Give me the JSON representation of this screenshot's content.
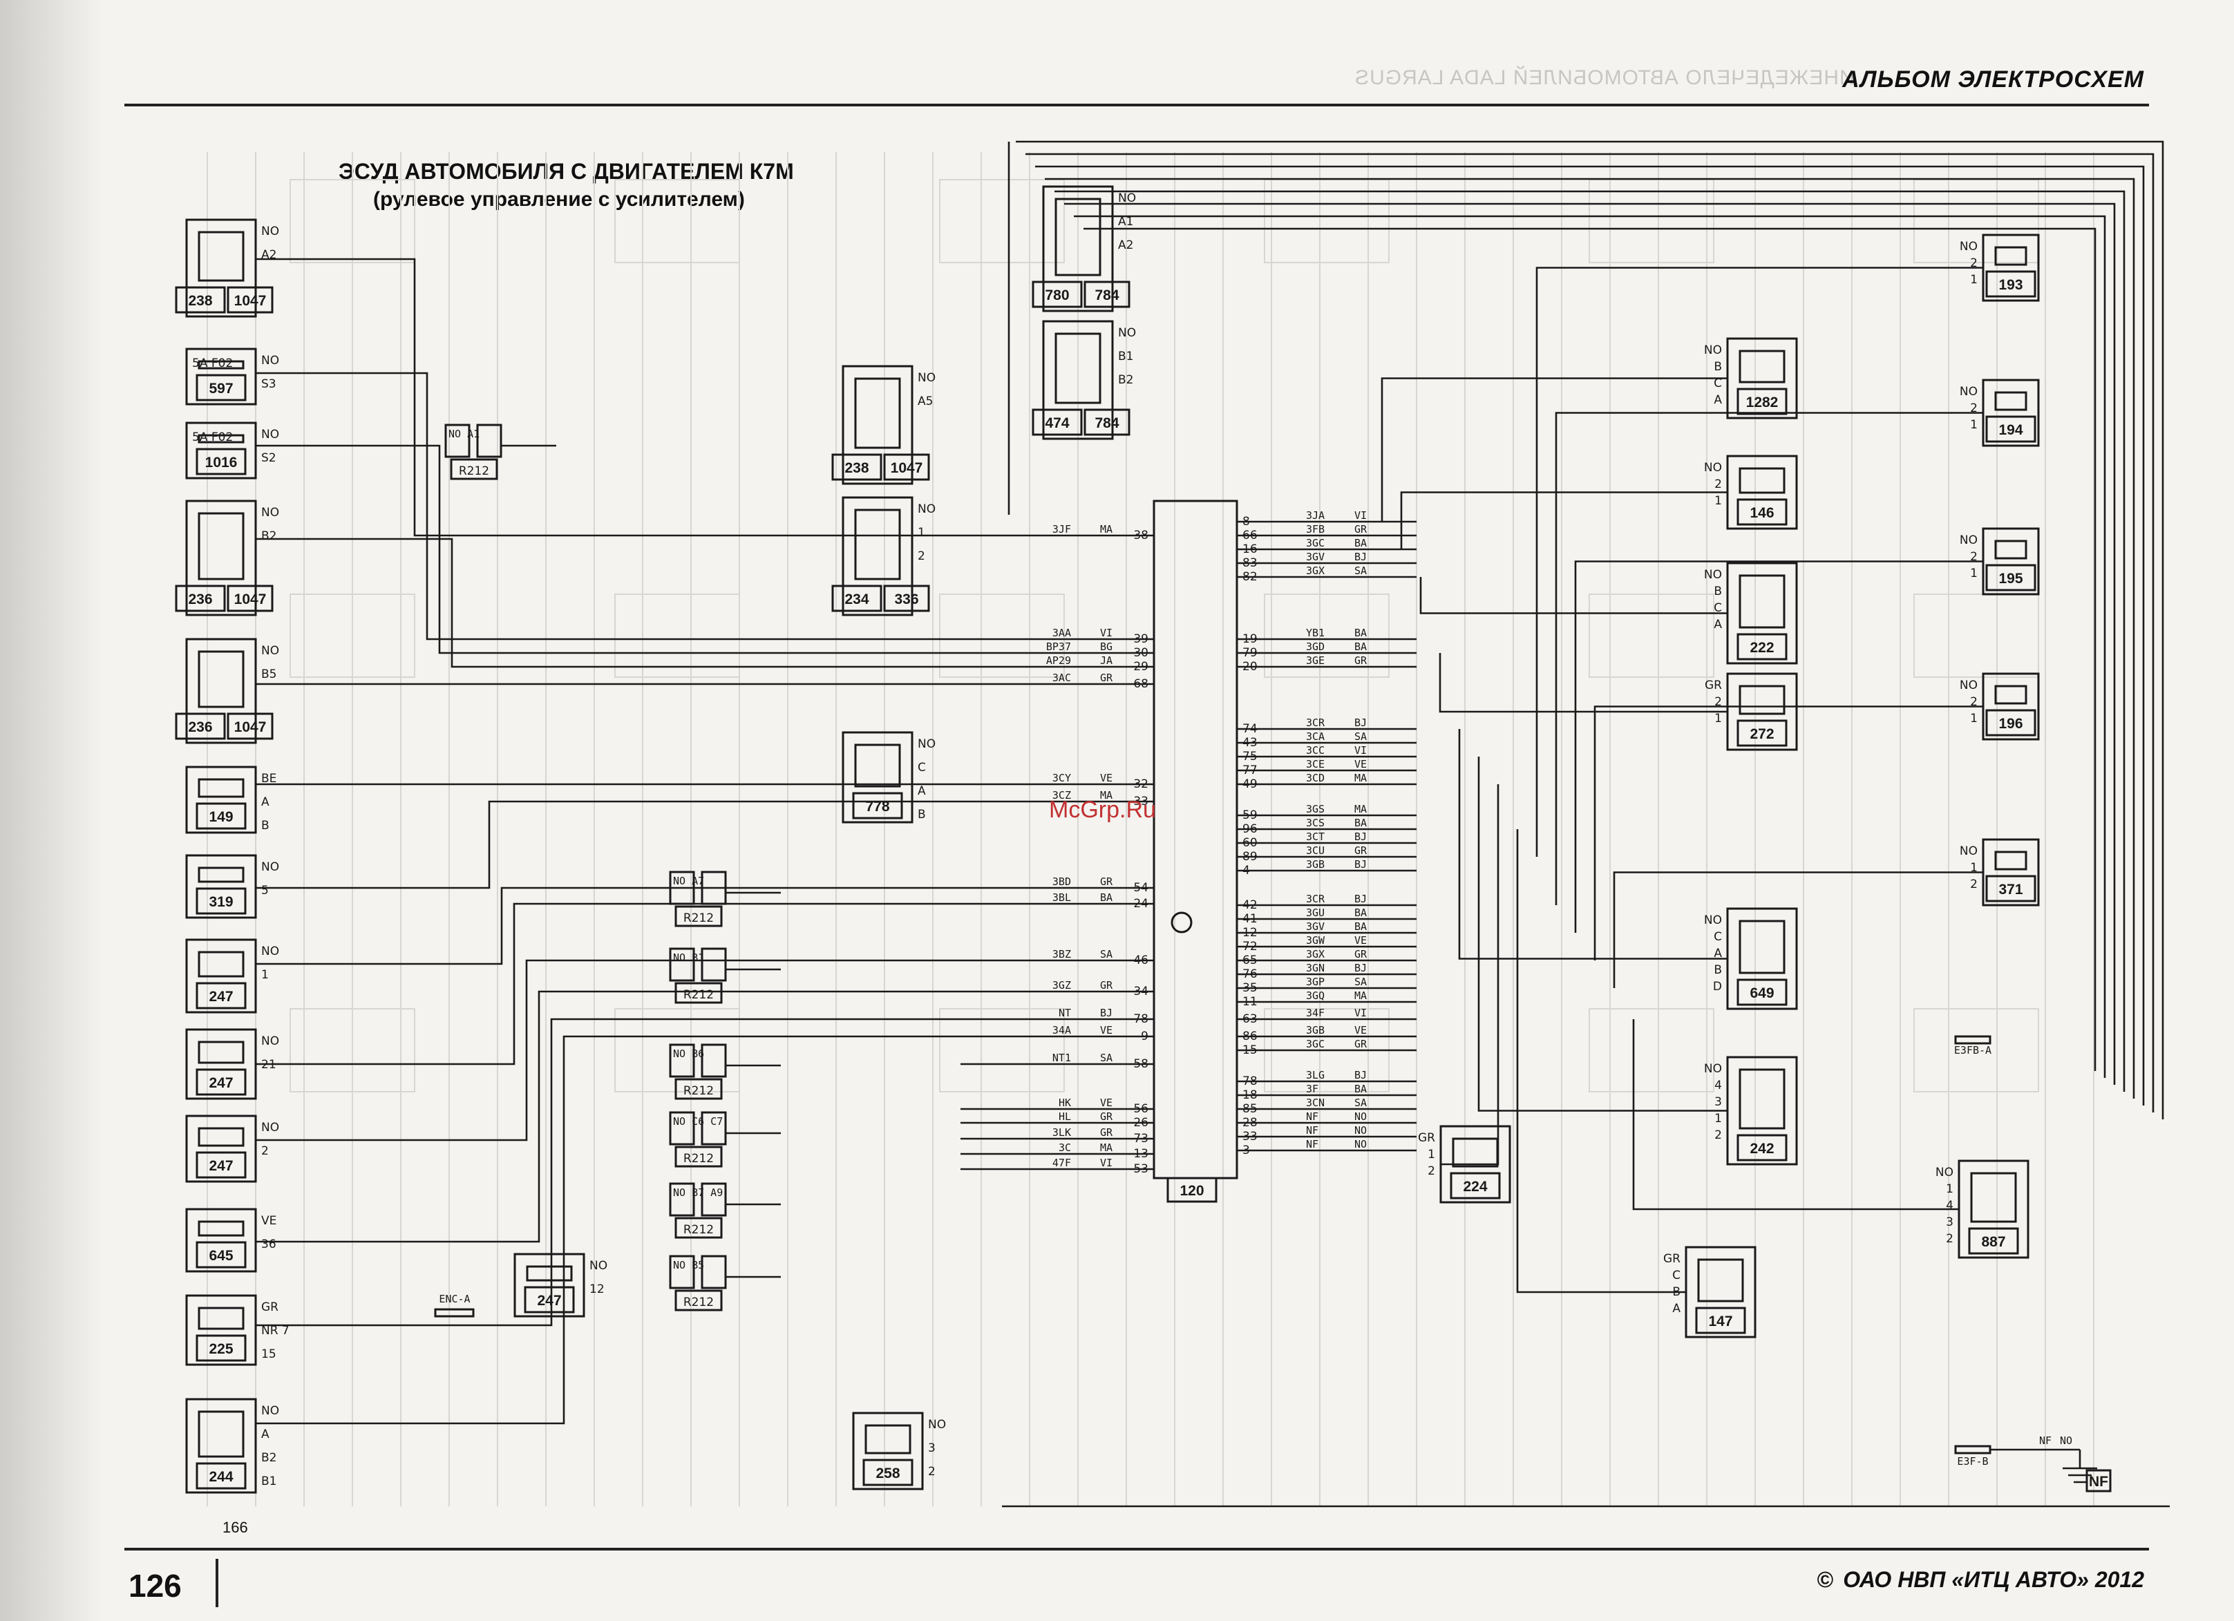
{
  "header": {
    "title": "АЛЬБОМ ЭЛЕКТРОСХЕМ",
    "mirror_text": "ИНЕЖЕДЕЧЕЛО АВТОМОБИЛЕЙ LADA LARGUS"
  },
  "diagram": {
    "title": "ЭСУД АВТОМОБИЛЯ С ДВИГАТЕЛЕМ К7М",
    "subtitle": "(рулевое управление с усилителем)",
    "ref": "166"
  },
  "watermark": "McGrp.Ru",
  "footer": {
    "page_number": "126",
    "copyright_symbol": "©",
    "copyright": "ОАО НВП «ИТЦ АВТО»  2012"
  },
  "components": [
    {
      "id": "238a",
      "ids": [
        "238",
        "1047"
      ],
      "pins": [
        "NO",
        "A2"
      ]
    },
    {
      "id": "597",
      "ids": [
        "597"
      ],
      "fuse": "5A F02",
      "pins": [
        "NO",
        "S3"
      ]
    },
    {
      "id": "1016",
      "ids": [
        "1016"
      ],
      "fuse": "5A F02",
      "pins": [
        "NO",
        "S2"
      ]
    },
    {
      "id": "236a",
      "ids": [
        "236",
        "1047"
      ],
      "pins": [
        "NO",
        "B2"
      ]
    },
    {
      "id": "236b",
      "ids": [
        "236",
        "1047"
      ],
      "pins": [
        "NO",
        "B5"
      ]
    },
    {
      "id": "149",
      "ids": [
        "149"
      ],
      "pins": [
        "BE",
        "A",
        "B"
      ]
    },
    {
      "id": "319",
      "ids": [
        "319"
      ],
      "pins": [
        "NO",
        "5"
      ]
    },
    {
      "id": "247a",
      "ids": [
        "247"
      ],
      "pins": [
        "NO",
        "1"
      ]
    },
    {
      "id": "247b",
      "ids": [
        "247"
      ],
      "pins": [
        "NO",
        "21"
      ]
    },
    {
      "id": "247c",
      "ids": [
        "247"
      ],
      "pins": [
        "NO",
        "2"
      ]
    },
    {
      "id": "645",
      "ids": [
        "645"
      ],
      "pins": [
        "VE",
        "36"
      ]
    },
    {
      "id": "225",
      "ids": [
        "225"
      ],
      "pins": [
        "GR",
        "NR 7",
        "15"
      ]
    },
    {
      "id": "244",
      "ids": [
        "244"
      ],
      "pins": [
        "NO",
        "A",
        "B2",
        "B1"
      ]
    },
    {
      "id": "247d",
      "ids": [
        "247"
      ],
      "pins": [
        "NO",
        "12"
      ]
    },
    {
      "id": "238b",
      "ids": [
        "238",
        "1047"
      ],
      "pins": [
        "NO",
        "A5"
      ]
    },
    {
      "id": "234",
      "ids": [
        "234",
        "336"
      ],
      "pins": [
        "NO",
        "1",
        "2"
      ]
    },
    {
      "id": "778",
      "ids": [
        "778"
      ],
      "pins": [
        "NO",
        "C",
        "A",
        "B"
      ]
    },
    {
      "id": "780",
      "ids": [
        "780",
        "784"
      ],
      "pins": [
        "NO",
        "A1",
        "A2"
      ]
    },
    {
      "id": "474",
      "ids": [
        "474",
        "784"
      ],
      "pins": [
        "NO",
        "B1",
        "B2"
      ]
    },
    {
      "id": "258",
      "ids": [
        "258"
      ],
      "pins": [
        "NO",
        "3",
        "2"
      ]
    },
    {
      "id": "120",
      "ids": [
        "120"
      ]
    },
    {
      "id": "1282",
      "ids": [
        "1282"
      ],
      "pins": [
        "NO",
        "B",
        "C",
        "A"
      ]
    },
    {
      "id": "146",
      "ids": [
        "146"
      ],
      "pins": [
        "NO",
        "2",
        "1"
      ]
    },
    {
      "id": "222",
      "ids": [
        "222"
      ],
      "pins": [
        "NO",
        "B",
        "C",
        "A"
      ]
    },
    {
      "id": "272",
      "ids": [
        "272"
      ],
      "pins": [
        "GR",
        "2",
        "1"
      ]
    },
    {
      "id": "649",
      "ids": [
        "649"
      ],
      "pins": [
        "NO",
        "C",
        "A",
        "B",
        "D"
      ]
    },
    {
      "id": "242",
      "ids": [
        "242"
      ],
      "pins": [
        "NO",
        "4",
        "3",
        "1",
        "2"
      ]
    },
    {
      "id": "224",
      "ids": [
        "224"
      ],
      "pins": [
        "GR",
        "1",
        "2"
      ]
    },
    {
      "id": "147",
      "ids": [
        "147"
      ],
      "pins": [
        "GR",
        "C",
        "B",
        "A"
      ]
    },
    {
      "id": "193",
      "ids": [
        "193"
      ],
      "pins": [
        "NO",
        "2",
        "1"
      ]
    },
    {
      "id": "194",
      "ids": [
        "194"
      ],
      "pins": [
        "NO",
        "2",
        "1"
      ]
    },
    {
      "id": "195",
      "ids": [
        "195"
      ],
      "pins": [
        "NO",
        "2",
        "1"
      ]
    },
    {
      "id": "196",
      "ids": [
        "196"
      ],
      "pins": [
        "NO",
        "2",
        "1"
      ]
    },
    {
      "id": "371",
      "ids": [
        "371"
      ],
      "pins": [
        "NO",
        "1",
        "2"
      ]
    },
    {
      "id": "887",
      "ids": [
        "887"
      ],
      "pins": [
        "NO",
        "1",
        "4",
        "3",
        "2"
      ]
    },
    {
      "id": "NF",
      "ids": [
        "NF"
      ]
    }
  ],
  "connectors_r212": [
    {
      "label": "R212",
      "pins": [
        "NO A1",
        "NO A1"
      ]
    },
    {
      "label": "R212",
      "pins": [
        "NO A7",
        "NO A7"
      ]
    },
    {
      "label": "R212",
      "pins": [
        "NO B1",
        "NO B1"
      ]
    },
    {
      "label": "R212",
      "pins": [
        "NO B6",
        "NO B6"
      ]
    },
    {
      "label": "R212",
      "pins": [
        "NO C6 C7",
        "NO C6 C7"
      ]
    },
    {
      "label": "R212",
      "pins": [
        "NO B7 A9",
        "NO B7 A9"
      ]
    },
    {
      "label": "R212",
      "pins": [
        "NO B5",
        "NO B5"
      ]
    }
  ],
  "ecu_left_pins": [
    {
      "pin": "38",
      "wire": "3JF",
      "color": "MA"
    },
    {
      "pin": "39",
      "wire": "3AA",
      "color": "VI"
    },
    {
      "pin": "30",
      "wire": "BP37",
      "color": "BG"
    },
    {
      "pin": "29",
      "wire": "AP29",
      "color": "JA"
    },
    {
      "pin": "68",
      "wire": "3AC",
      "color": "GR"
    },
    {
      "pin": "32",
      "wire": "3CY",
      "color": "VE"
    },
    {
      "pin": "33",
      "wire": "3CZ",
      "color": "MA"
    },
    {
      "pin": "54",
      "wire": "3BD",
      "color": "GR"
    },
    {
      "pin": "24",
      "wire": "3BL",
      "color": "BA"
    },
    {
      "pin": "46",
      "wire": "3BZ",
      "color": "SA"
    },
    {
      "pin": "34",
      "wire": "3GZ",
      "color": "GR"
    },
    {
      "pin": "78",
      "wire": "NT",
      "color": "BJ"
    },
    {
      "pin": "9",
      "wire": "34A",
      "color": "VE"
    },
    {
      "pin": "58",
      "wire": "NT1",
      "color": "SA"
    },
    {
      "pin": "56",
      "wire": "HK",
      "color": "VE"
    },
    {
      "pin": "26",
      "wire": "HL",
      "color": "GR"
    },
    {
      "pin": "73",
      "wire": "3LK",
      "color": "GR"
    },
    {
      "pin": "13",
      "wire": "3C",
      "color": "MA"
    },
    {
      "pin": "53",
      "wire": "47F",
      "color": "VI"
    }
  ],
  "ecu_right_pins": [
    {
      "pin": "8",
      "wire": "3JA",
      "color": "VI"
    },
    {
      "pin": "66",
      "wire": "3FB",
      "color": "GR"
    },
    {
      "pin": "16",
      "wire": "3GC",
      "color": "BA"
    },
    {
      "pin": "83",
      "wire": "3GV",
      "color": "BJ"
    },
    {
      "pin": "82",
      "wire": "3GX",
      "color": "SA"
    },
    {
      "pin": "19",
      "wire": "YB1",
      "color": "BA"
    },
    {
      "pin": "79",
      "wire": "3GD",
      "color": "BA"
    },
    {
      "pin": "20",
      "wire": "3GE",
      "color": "GR"
    },
    {
      "pin": "74",
      "wire": "3CR",
      "color": "BJ"
    },
    {
      "pin": "43",
      "wire": "3CA",
      "color": "SA"
    },
    {
      "pin": "75",
      "wire": "3CC",
      "color": "VI"
    },
    {
      "pin": "77",
      "wire": "3CE",
      "color": "VE"
    },
    {
      "pin": "49",
      "wire": "3CD",
      "color": "MA"
    },
    {
      "pin": "59",
      "wire": "3GS",
      "color": "MA"
    },
    {
      "pin": "96",
      "wire": "3CS",
      "color": "BA"
    },
    {
      "pin": "60",
      "wire": "3CT",
      "color": "BJ"
    },
    {
      "pin": "89",
      "wire": "3CU",
      "color": "GR"
    },
    {
      "pin": "4",
      "wire": "3GB",
      "color": "BJ"
    },
    {
      "pin": "42",
      "wire": "3CR",
      "color": "BJ"
    },
    {
      "pin": "41",
      "wire": "3GU",
      "color": "BA"
    },
    {
      "pin": "12",
      "wire": "3GV",
      "color": "BA"
    },
    {
      "pin": "72",
      "wire": "3GW",
      "color": "VE"
    },
    {
      "pin": "65",
      "wire": "3GX",
      "color": "GR"
    },
    {
      "pin": "76",
      "wire": "3GN",
      "color": "BJ"
    },
    {
      "pin": "35",
      "wire": "3GP",
      "color": "SA"
    },
    {
      "pin": "11",
      "wire": "3GQ",
      "color": "MA"
    },
    {
      "pin": "63",
      "wire": "34F",
      "color": "VI"
    },
    {
      "pin": "86",
      "wire": "3GB",
      "color": "VE"
    },
    {
      "pin": "15",
      "wire": "3GC",
      "color": "GR"
    },
    {
      "pin": "78",
      "wire": "3LG",
      "color": "BJ"
    },
    {
      "pin": "18",
      "wire": "3F",
      "color": "BA"
    },
    {
      "pin": "85",
      "wire": "3CN",
      "color": "SA"
    },
    {
      "pin": "28",
      "wire": "NF",
      "color": "NO"
    },
    {
      "pin": "33",
      "wire": "NF",
      "color": "NO"
    },
    {
      "pin": "3",
      "wire": "NF",
      "color": "NO"
    }
  ],
  "harness_labels": [
    "ENC-A",
    "E3FB-A",
    "E3F-B"
  ],
  "ground_wire": {
    "wire": "NF",
    "color": "NO"
  },
  "colors": {
    "ink": "#1a1a1a",
    "paper": "#f4f3f0",
    "faint": "#d6d4d0",
    "watermark": "#c23030"
  }
}
